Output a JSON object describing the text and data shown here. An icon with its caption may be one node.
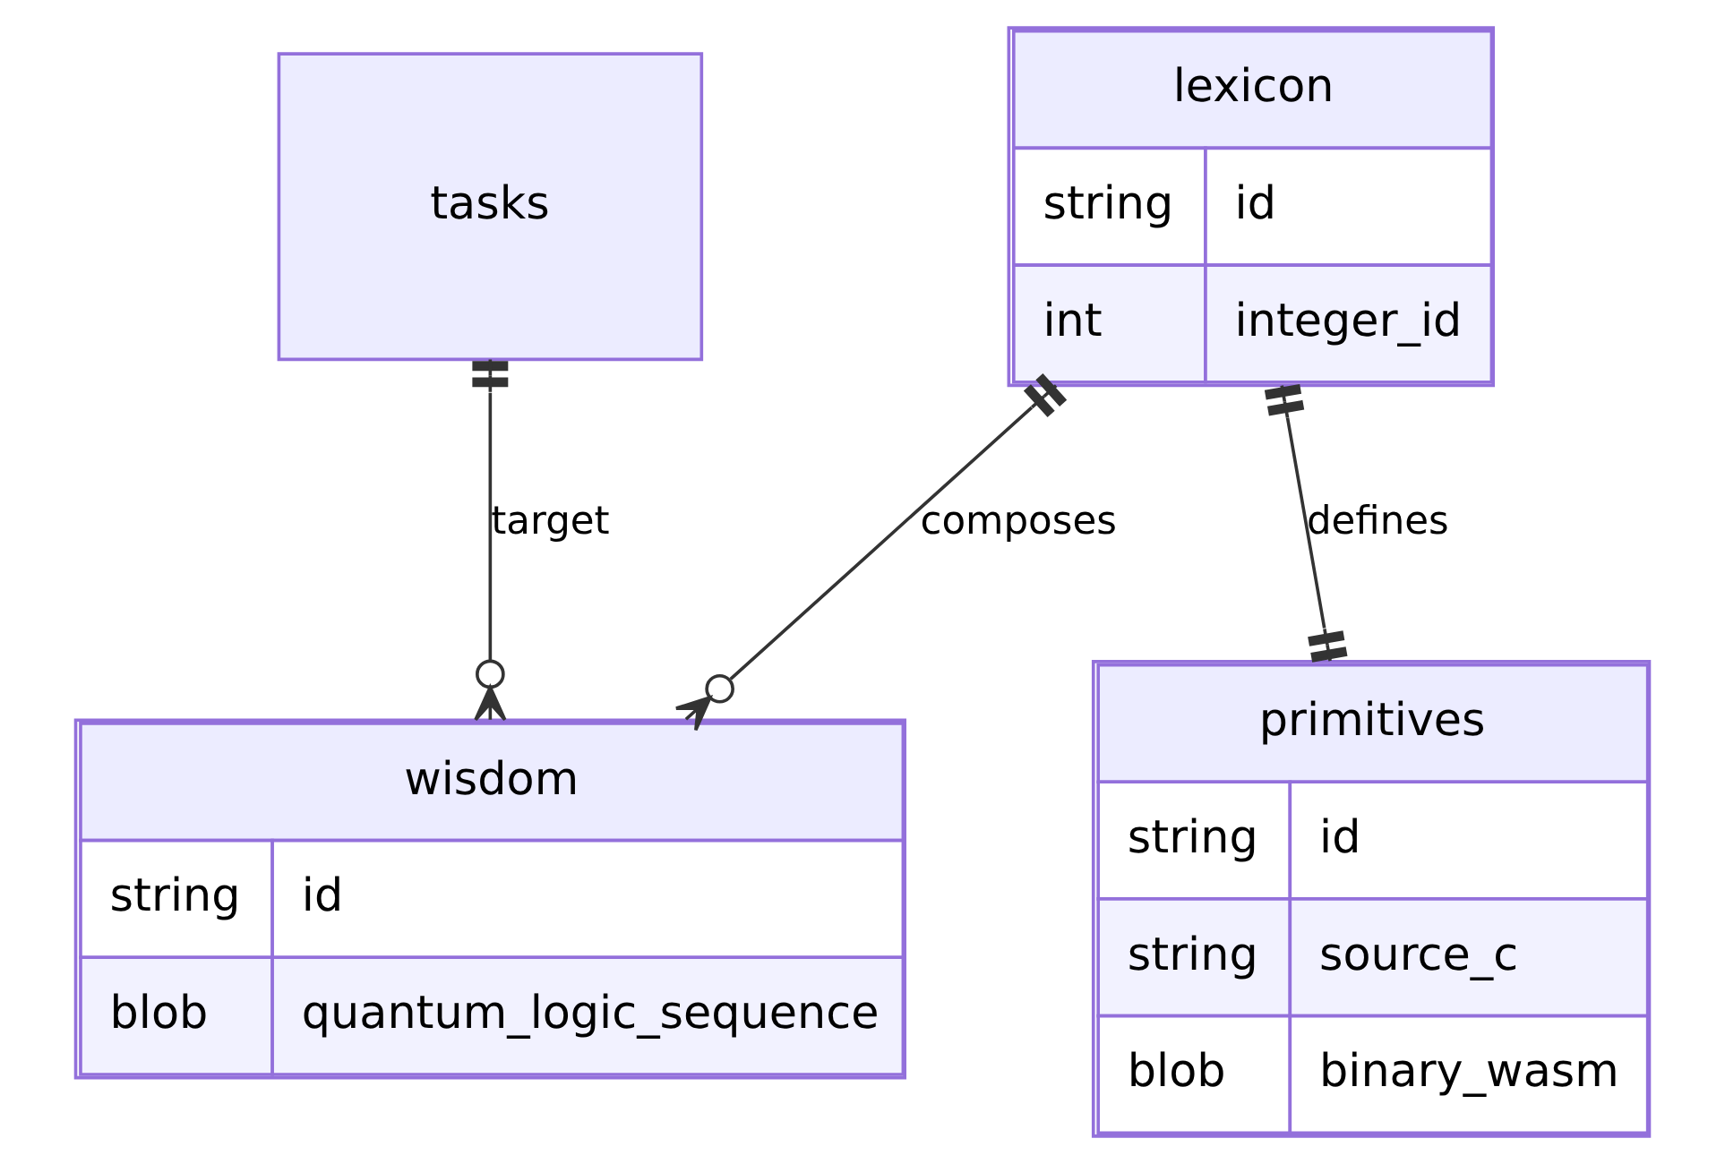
{
  "diagram": {
    "nodes": [
      {
        "text": [
          "tasks"
        ]
      },
      {
        "text": [
          "lexicon",
          "string",
          "id",
          "int",
          "integer_id"
        ]
      },
      {
        "text": [
          "wisdom",
          "string",
          "id",
          "blob",
          "quantum_logic_sequence"
        ]
      },
      {
        "text": [
          "primitives",
          "string",
          "id",
          "string",
          "source_c",
          "blob",
          "binary_wasm"
        ]
      }
    ],
    "edges": [
      {
        "from": 0,
        "to": 2,
        "arrow": "other",
        "label": "target"
      },
      {
        "from": 1,
        "to": 2,
        "arrow": "other",
        "label": "composes"
      },
      {
        "from": 1,
        "to": 3,
        "arrow": "other",
        "label": "defines"
      }
    ]
  }
}
